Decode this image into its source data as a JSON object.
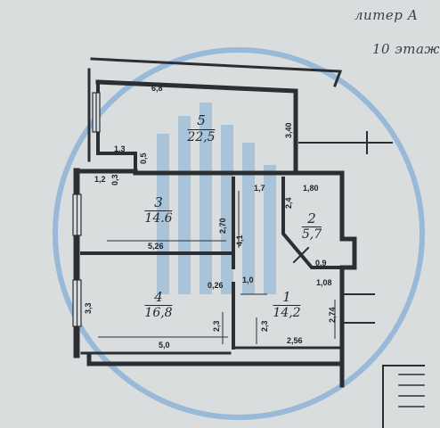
{
  "header": {
    "line1": "литер А",
    "line2": "10 этаж"
  },
  "rooms": [
    {
      "number": "5",
      "area": "22,5"
    },
    {
      "number": "3",
      "area": "14.6"
    },
    {
      "number": "2",
      "area": "5,7"
    },
    {
      "number": "4",
      "area": "16,8"
    },
    {
      "number": "1",
      "area": "14,2"
    }
  ],
  "dimensions": {
    "d_6_8": "6,8",
    "d_3_40": "3,40",
    "d_1_3": "1,3",
    "d_0_5": "0,5",
    "d_1_2": "1,2",
    "d_0_3": "0,3",
    "d_1_7": "1,7",
    "d_1_80": "1,80",
    "d_2_4": "2,4",
    "d_2_70": "2,70",
    "d_4_1": "4,1",
    "d_5_26": "5,26",
    "d_0_9": "0,9",
    "d_0_26": "0,26",
    "d_1_0": "1,0",
    "d_1_08": "1,08",
    "d_3_3": "3,3",
    "d_2_74": "2,74",
    "d_2_3a": "2,3",
    "d_2_3b": "2,3",
    "d_5_0": "5,0",
    "d_2_56": "2,56"
  },
  "colors": {
    "paper": "#d9dddd",
    "wall": "#2b2f33",
    "watermark": "#4a8fd0"
  }
}
